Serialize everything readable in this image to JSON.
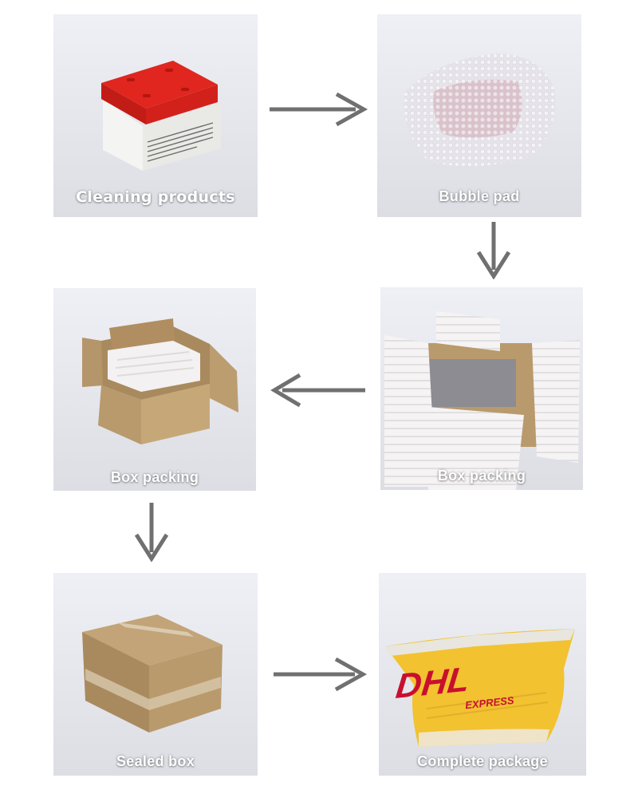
{
  "steps": [
    {
      "id": "cleaning",
      "label": "Cleaning products"
    },
    {
      "id": "bubble",
      "label": "Bubble pad"
    },
    {
      "id": "box-foam",
      "label": "Box packing"
    },
    {
      "id": "box-open",
      "label": "Box packing"
    },
    {
      "id": "sealed",
      "label": "Sealed box"
    },
    {
      "id": "complete",
      "label": "Complete package"
    }
  ],
  "mailer_brand": {
    "logo": "DHL",
    "sub": "EXPRESS"
  },
  "colors": {
    "arrow": "#707070",
    "lid_red": "#e0261f",
    "cardboard": "#b99a6c",
    "dhl_yellow": "#f2c230",
    "dhl_red": "#c8102e"
  }
}
